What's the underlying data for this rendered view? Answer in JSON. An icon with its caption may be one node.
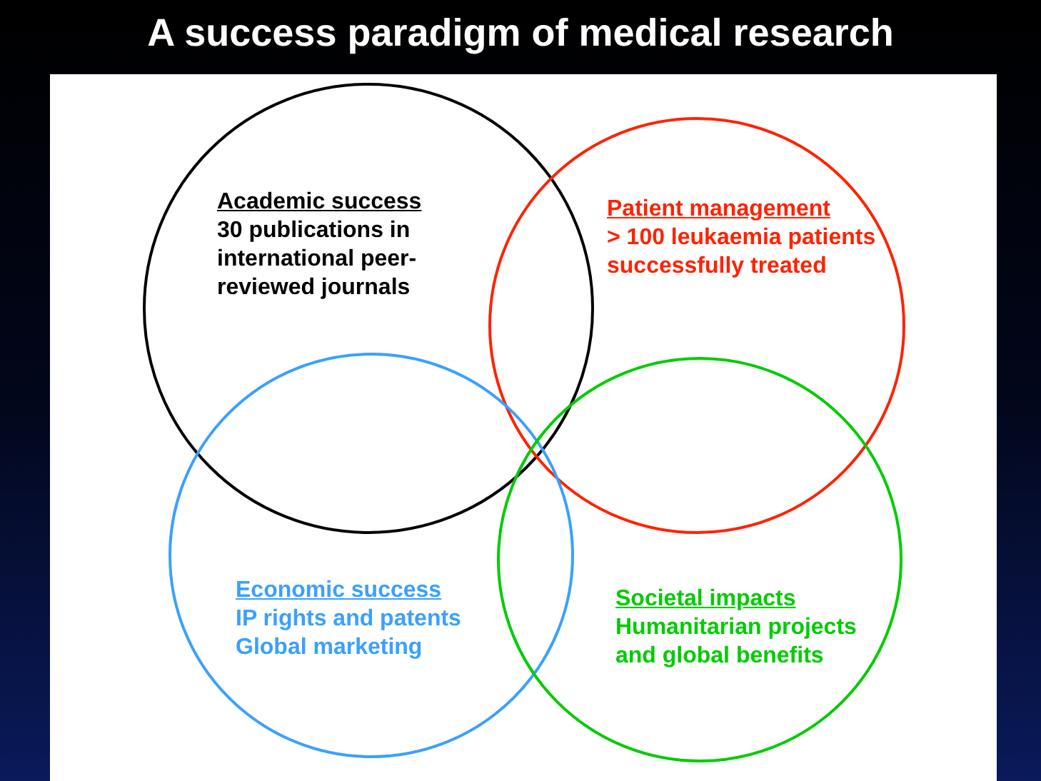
{
  "diagram": {
    "title": "A success paradigm of medical research",
    "nodes": [
      {
        "text": [
          "Academic success",
          "30 publications in international peer-reviewed journals"
        ]
      },
      {
        "text": [
          "Patient management",
          "> 100 leukaemia patients successfully treated"
        ]
      },
      {
        "text": [
          "Economic success",
          "IP rights and patents",
          "Global marketing"
        ]
      },
      {
        "text": [
          "Societal impacts",
          "Humanitarian projects and global benefits"
        ]
      }
    ],
    "edges": []
  }
}
